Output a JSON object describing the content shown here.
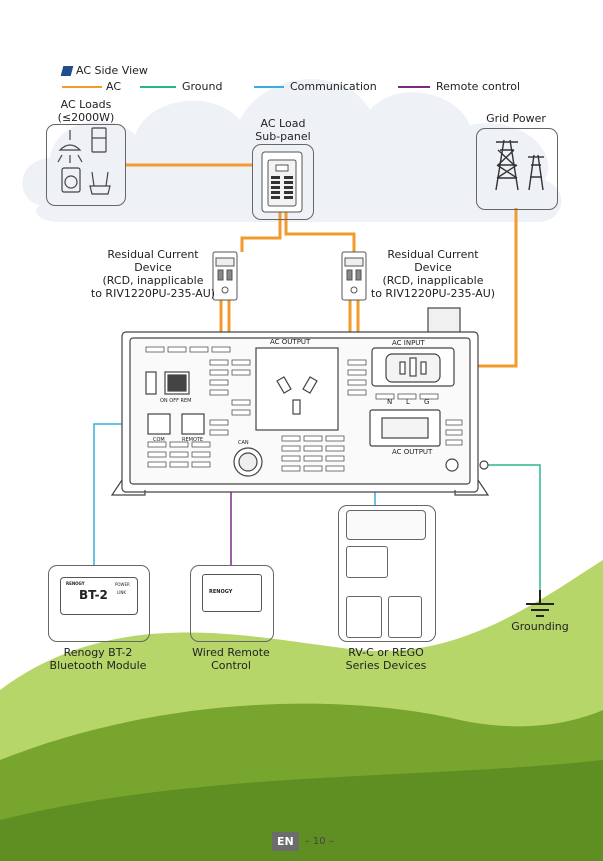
{
  "section_title": "AC Side View",
  "legend": {
    "ac": "AC",
    "ground": "Ground",
    "communication": "Communication",
    "remote": "Remote control"
  },
  "colors": {
    "ac": "#f39a2c",
    "ground": "#2bb58f",
    "communication": "#3aaed8",
    "remote": "#7a2b7e",
    "title_marker": "#1f4e8c"
  },
  "labels": {
    "ac_loads_1": "AC Loads",
    "ac_loads_2": "(≤2000W)",
    "subpanel_1": "AC Load",
    "subpanel_2": "Sub-panel",
    "grid_power": "Grid Power",
    "rcd_left_1": "Residual Current",
    "rcd_left_2": "Device",
    "rcd_left_3": "(RCD, inapplicable",
    "rcd_left_4": "to RIV1220PU-235-AU)",
    "rcd_right_1": "Residual Current",
    "rcd_right_2": "Device",
    "rcd_right_3": "(RCD, inapplicable",
    "rcd_right_4": "to RIV1220PU-235-AU)",
    "bt2_1": "Renogy BT-2",
    "bt2_2": "Bluetooth Module",
    "remote_1": "Wired Remote",
    "remote_2": "Control",
    "rvc_1": "RV-C  or  REGO",
    "rvc_2": "Series Devices",
    "grounding": "Grounding"
  },
  "inverter": {
    "ac_output": "AC OUTPUT",
    "ac_input": "AC INPUT",
    "ac_output_lower": "AC OUTPUT",
    "switch": "ON  OFF  REM",
    "com": "COM",
    "remote": "REMOTE",
    "can": "CAN",
    "n": "N",
    "l": "L",
    "g": "G"
  },
  "devices": {
    "bt2_brand": "RENOGY",
    "bt2_name": "BT-2",
    "bt2_power": "POWER",
    "bt2_link": "LINK",
    "remote_brand": "RENOGY"
  },
  "footer": {
    "lang": "EN",
    "page": "– 10 –"
  }
}
